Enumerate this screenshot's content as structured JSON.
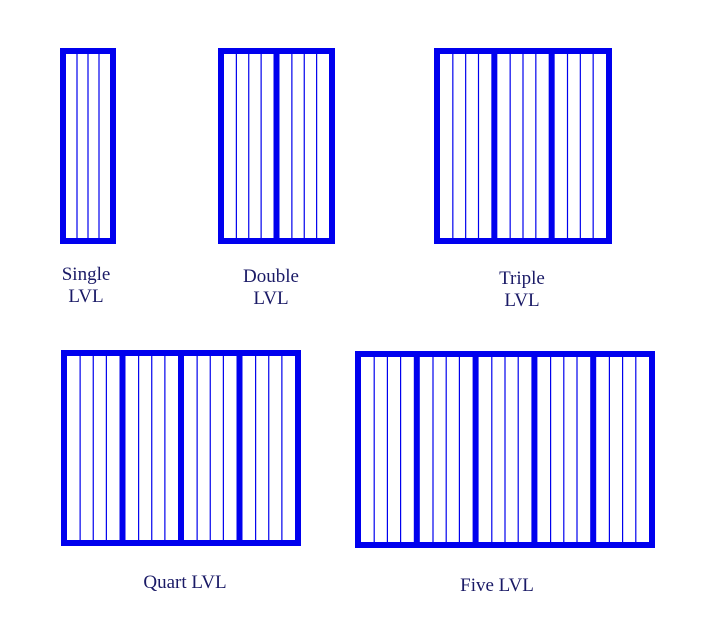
{
  "colors": {
    "stroke": "#0000ee",
    "label": "#1a1a66",
    "background": "#ffffff"
  },
  "lvl_units": [
    {
      "id": "single",
      "plies": 1,
      "label_line1": "Single",
      "label_line2": "LVL"
    },
    {
      "id": "double",
      "plies": 2,
      "label_line1": "Double",
      "label_line2": "LVL"
    },
    {
      "id": "triple",
      "plies": 3,
      "label_line1": "Triple",
      "label_line2": "LVL"
    },
    {
      "id": "quart",
      "plies": 4,
      "label_line1": "Quart LVL",
      "label_line2": ""
    },
    {
      "id": "five",
      "plies": 5,
      "label_line1": "Five LVL",
      "label_line2": ""
    }
  ],
  "veneer_lines_per_ply": 3
}
